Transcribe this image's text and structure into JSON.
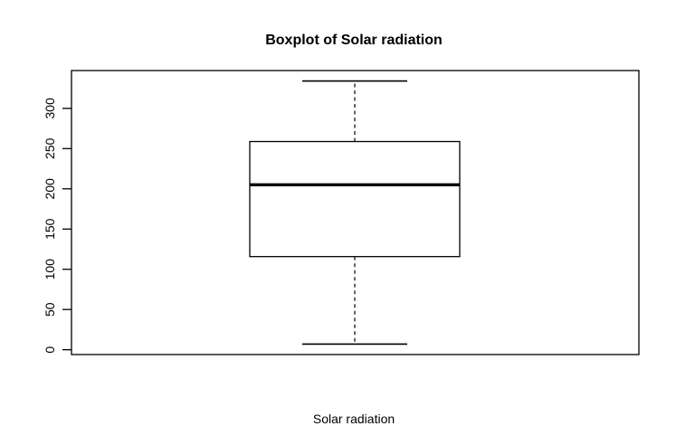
{
  "window": {
    "background": "#ffffff",
    "foreground": "#000000"
  },
  "chart_data": {
    "type": "boxplot",
    "title": "Boxplot of Solar radiation",
    "xlabel": "Solar radiation",
    "ylabel": "",
    "categories": [
      "Solar radiation"
    ],
    "series": [
      {
        "name": "Solar radiation",
        "min": 7,
        "q1": 115.75,
        "median": 205,
        "q3": 258.75,
        "max": 334,
        "outliers": []
      }
    ],
    "ylim": [
      -6,
      347
    ],
    "yticks": [
      0,
      50,
      100,
      150,
      200,
      250,
      300
    ],
    "grid": false,
    "legend": "none",
    "line_color": "#000000",
    "box_fill": "#ffffff"
  }
}
